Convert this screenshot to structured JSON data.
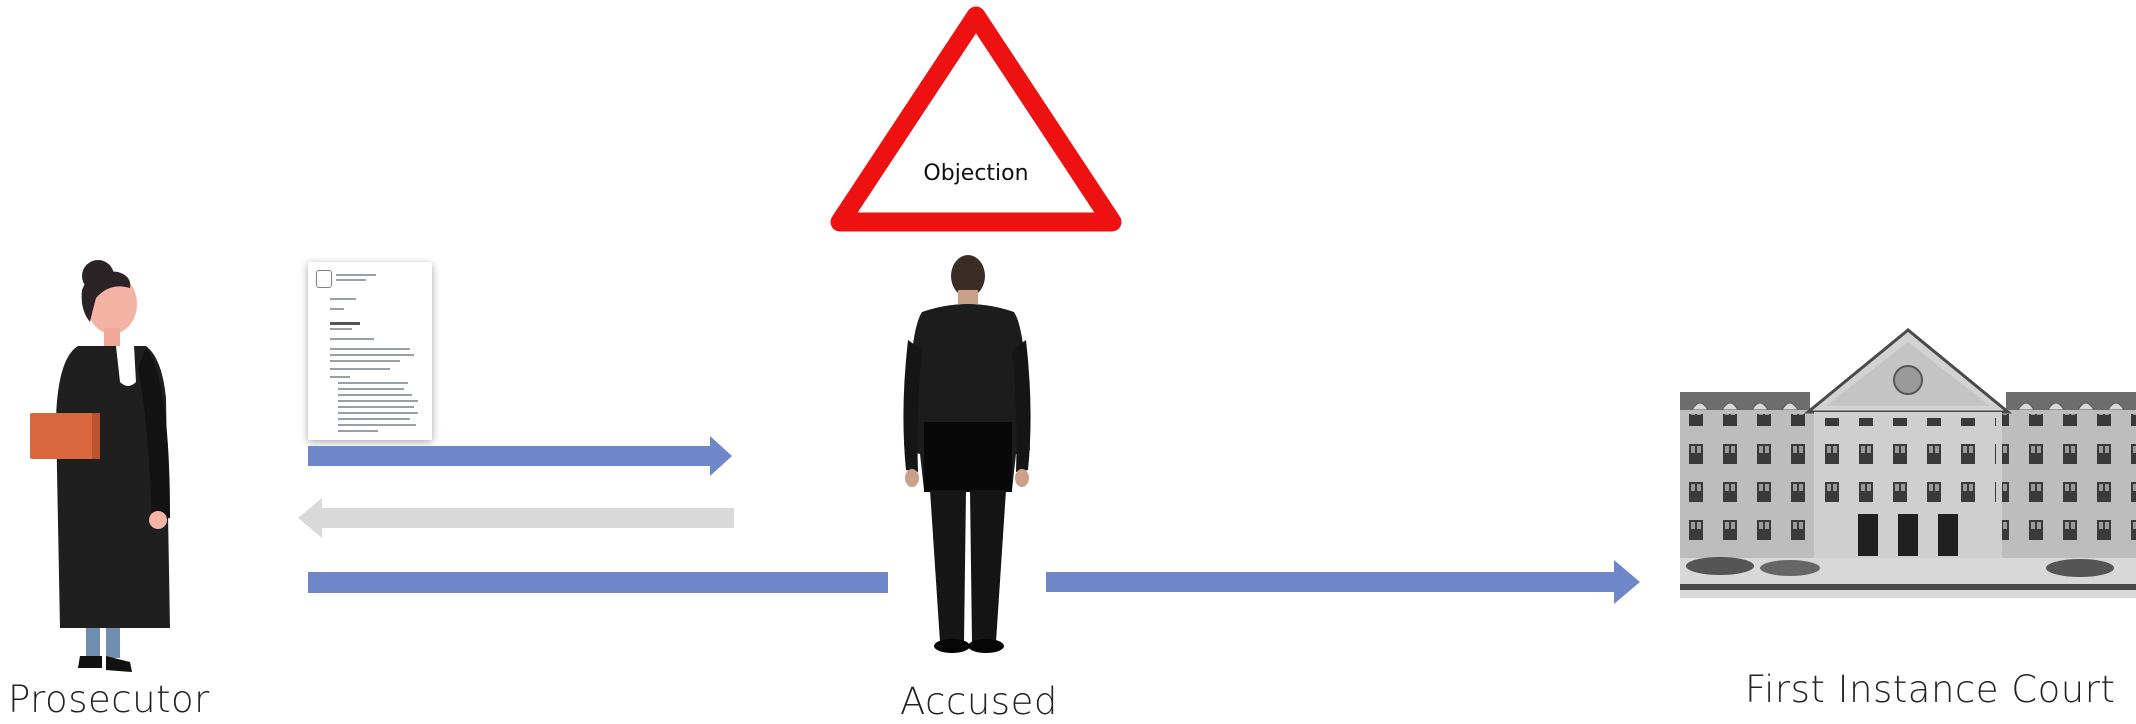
{
  "warning": {
    "text": "Objection"
  },
  "actors": {
    "prosecutor": {
      "label": "Prosecutor"
    },
    "accused": {
      "label": "Accused"
    },
    "court": {
      "label": "First Instance Court"
    }
  },
  "colors": {
    "arrow_active": "#6f86c8",
    "arrow_returned": "#d9d9d9",
    "warning_red": "#ee1111",
    "robe": "#1f1f1f",
    "book": "#d9683f"
  }
}
